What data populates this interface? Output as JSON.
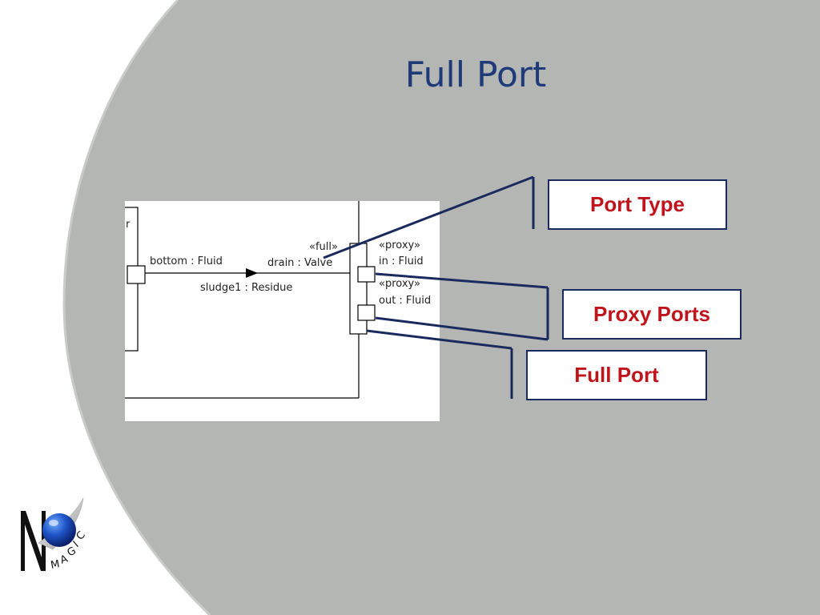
{
  "slide": {
    "title": "Full Port"
  },
  "diagram": {
    "fragment_label": "r",
    "bottom_port": "bottom : Fluid",
    "full_stereotype": "«full»",
    "drain_port": "drain : Valve",
    "flow_label": "sludge1 : Residue",
    "proxy_stereotype_1": "«proxy»",
    "in_port": "in : Fluid",
    "proxy_stereotype_2": "«proxy»",
    "out_port": "out : Fluid"
  },
  "callouts": {
    "port_type": "Port Type",
    "proxy_ports": "Proxy Ports",
    "full_port": "Full Port"
  },
  "logo": {
    "letter": "N",
    "tagline": "MAGIC"
  },
  "colors": {
    "title": "#1f3a78",
    "callout_text": "#c0141c",
    "callout_border": "#1b2a5e",
    "background_shape": "#b4b6b3"
  }
}
